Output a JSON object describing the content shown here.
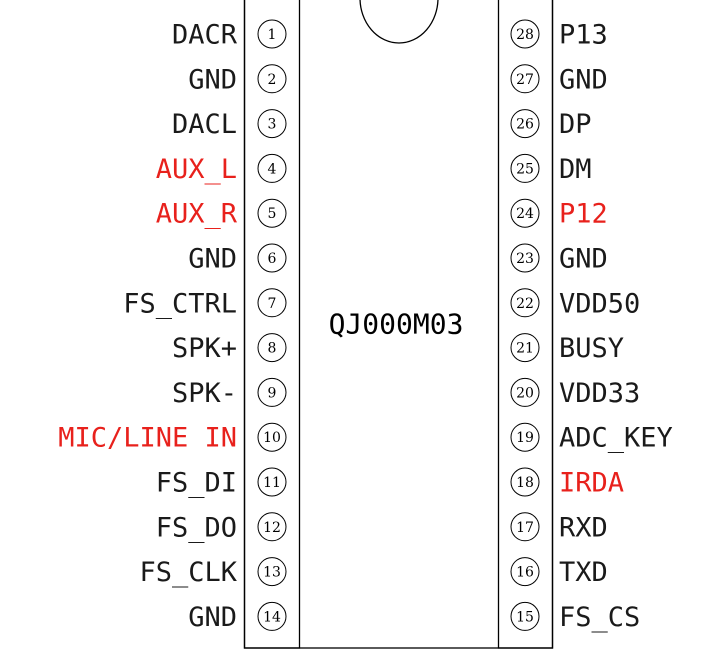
{
  "chip": {
    "name": "QJ000M03"
  },
  "colors": {
    "default": "#1a1a1a",
    "highlight": "#e8211c"
  },
  "left_pins": [
    {
      "number": "1",
      "label": "DACR",
      "highlight": false
    },
    {
      "number": "2",
      "label": "GND",
      "highlight": false
    },
    {
      "number": "3",
      "label": "DACL",
      "highlight": false
    },
    {
      "number": "4",
      "label": "AUX_L",
      "highlight": true
    },
    {
      "number": "5",
      "label": "AUX_R",
      "highlight": true
    },
    {
      "number": "6",
      "label": "GND",
      "highlight": false
    },
    {
      "number": "7",
      "label": "FS_CTRL",
      "highlight": false
    },
    {
      "number": "8",
      "label": "SPK+",
      "highlight": false
    },
    {
      "number": "9",
      "label": "SPK-",
      "highlight": false
    },
    {
      "number": "10",
      "label": "MIC/LINE IN",
      "highlight": true
    },
    {
      "number": "11",
      "label": "FS_DI",
      "highlight": false
    },
    {
      "number": "12",
      "label": "FS_DO",
      "highlight": false
    },
    {
      "number": "13",
      "label": "FS_CLK",
      "highlight": false
    },
    {
      "number": "14",
      "label": "GND",
      "highlight": false
    }
  ],
  "right_pins": [
    {
      "number": "28",
      "label": "P13",
      "highlight": false
    },
    {
      "number": "27",
      "label": "GND",
      "highlight": false
    },
    {
      "number": "26",
      "label": "DP",
      "highlight": false
    },
    {
      "number": "25",
      "label": "DM",
      "highlight": false
    },
    {
      "number": "24",
      "label": "P12",
      "highlight": true
    },
    {
      "number": "23",
      "label": "GND",
      "highlight": false
    },
    {
      "number": "22",
      "label": "VDD50",
      "highlight": false
    },
    {
      "number": "21",
      "label": "BUSY",
      "highlight": false
    },
    {
      "number": "20",
      "label": "VDD33",
      "highlight": false
    },
    {
      "number": "19",
      "label": "ADC_KEY",
      "highlight": false
    },
    {
      "number": "18",
      "label": "IRDA",
      "highlight": true
    },
    {
      "number": "17",
      "label": "RXD",
      "highlight": false
    },
    {
      "number": "16",
      "label": "TXD",
      "highlight": false
    },
    {
      "number": "15",
      "label": "FS_CS",
      "highlight": false
    }
  ]
}
